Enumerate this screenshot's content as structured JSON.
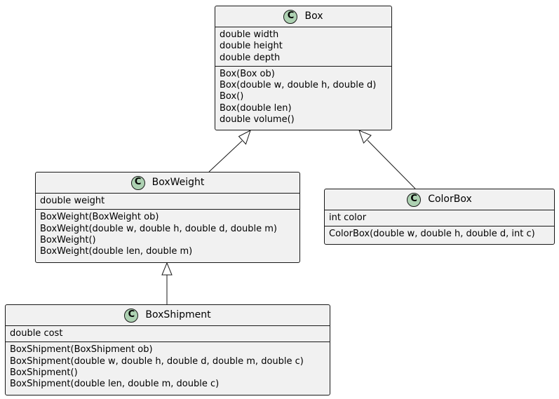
{
  "diagram": {
    "classes": {
      "box": {
        "stereotype": "C",
        "name": "Box",
        "attributes": [
          "double width",
          "double height",
          "double depth"
        ],
        "methods": [
          "Box(Box ob)",
          "Box(double w, double h, double d)",
          "Box()",
          "Box(double len)",
          "double volume()"
        ]
      },
      "boxweight": {
        "stereotype": "C",
        "name": "BoxWeight",
        "attributes": [
          "double weight"
        ],
        "methods": [
          "BoxWeight(BoxWeight ob)",
          "BoxWeight(double w, double h, double d, double m)",
          "BoxWeight()",
          "BoxWeight(double len, double m)"
        ]
      },
      "colorbox": {
        "stereotype": "C",
        "name": "ColorBox",
        "attributes": [
          "int color"
        ],
        "methods": [
          "ColorBox(double w, double h, double d, int c)"
        ]
      },
      "boxshipment": {
        "stereotype": "C",
        "name": "BoxShipment",
        "attributes": [
          "double cost"
        ],
        "methods": [
          "BoxShipment(BoxShipment ob)",
          "BoxShipment(double w, double h, double d, double m, double c)",
          "BoxShipment()",
          "BoxShipment(double len, double m, double c)"
        ]
      }
    },
    "relations": [
      {
        "child": "boxweight",
        "parent": "box",
        "type": "inheritance"
      },
      {
        "child": "colorbox",
        "parent": "box",
        "type": "inheritance"
      },
      {
        "child": "boxshipment",
        "parent": "boxweight",
        "type": "inheritance"
      }
    ]
  }
}
